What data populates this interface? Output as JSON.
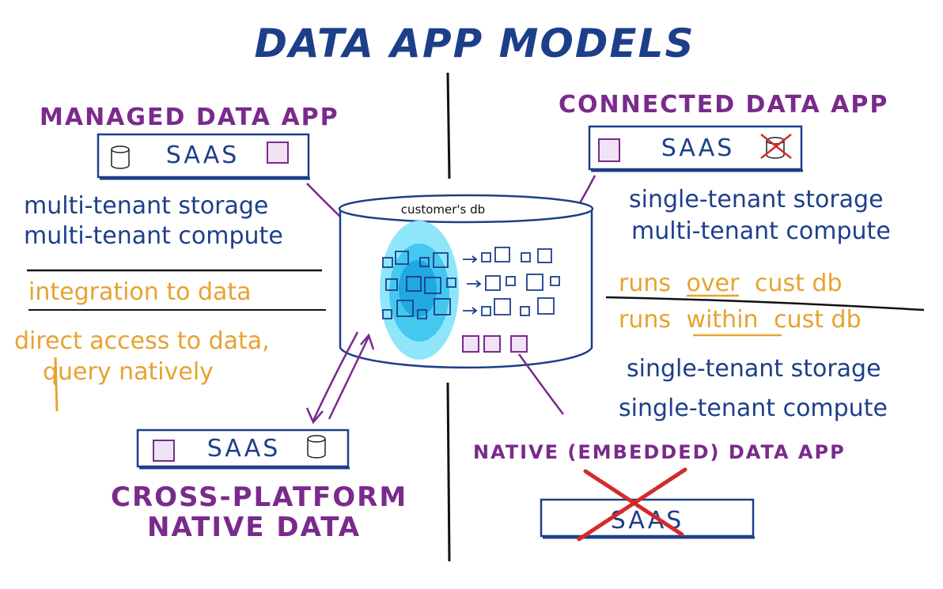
{
  "title": "DATA APP MODELS",
  "managed": {
    "heading": "MANAGED DATA APP",
    "saas": "SAAS",
    "storage": "multi-tenant storage",
    "compute": "multi-tenant compute",
    "integration": "integration to data",
    "access_line1": "direct access to data,",
    "access_line2": "query natively"
  },
  "connected": {
    "heading": "CONNECTED DATA APP",
    "saas": "SAAS",
    "storage": "single-tenant storage",
    "compute": "multi-tenant compute",
    "runs_over_prefix": "runs",
    "runs_over_keyword": "over",
    "runs_over_suffix": "cust db",
    "runs_within_prefix": "runs",
    "runs_within_keyword": "within",
    "runs_within_suffix": "cust db",
    "native_storage": "single-tenant storage",
    "native_compute": "single-tenant compute"
  },
  "cross_platform": {
    "saas": "SAAS",
    "line1": "CROSS-PLATFORM",
    "line2": "NATIVE DATA"
  },
  "native": {
    "heading": "NATIVE (EMBEDDED) DATA APP",
    "saas": "SAAS"
  },
  "center": {
    "db_label": "customer's db"
  },
  "colors": {
    "blue": "#1d3f8a",
    "purple": "#7a2a8c",
    "orange": "#e8a230",
    "red": "#d42a2a",
    "cyan": "#5fd8f5",
    "lilac": "#efe3f4"
  }
}
